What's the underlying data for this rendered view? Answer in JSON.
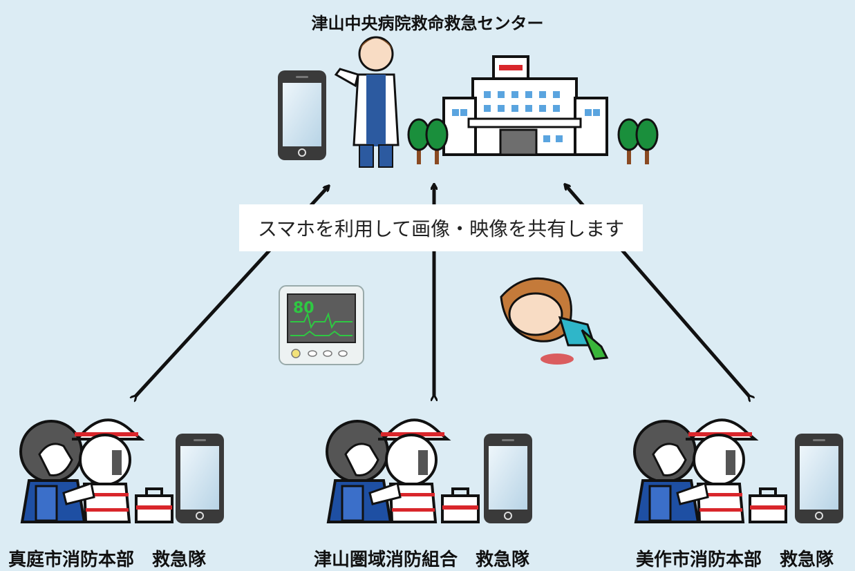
{
  "title": "津山中央病院救命救急センター",
  "banner": "スマホを利用して画像・映像を共有します",
  "monitor": {
    "reading": "80"
  },
  "units": [
    {
      "label": "真庭市消防本部　救急隊"
    },
    {
      "label": "津山圏域消防組合　救急隊"
    },
    {
      "label": "美作市消防本部　救急隊"
    }
  ],
  "colors": {
    "background": "#dcecf4",
    "hospital_sign": "#d9262b",
    "tree": "#1a8f3c",
    "monitor_wave": "#2ec842",
    "phone_body": "#3a3a3a"
  },
  "icons": [
    "smartphone-icon",
    "doctor-icon",
    "hospital-icon",
    "tree-icon",
    "vital-monitor-icon",
    "injured-person-icon",
    "paramedic-team-icon",
    "first-aid-kit-icon"
  ]
}
